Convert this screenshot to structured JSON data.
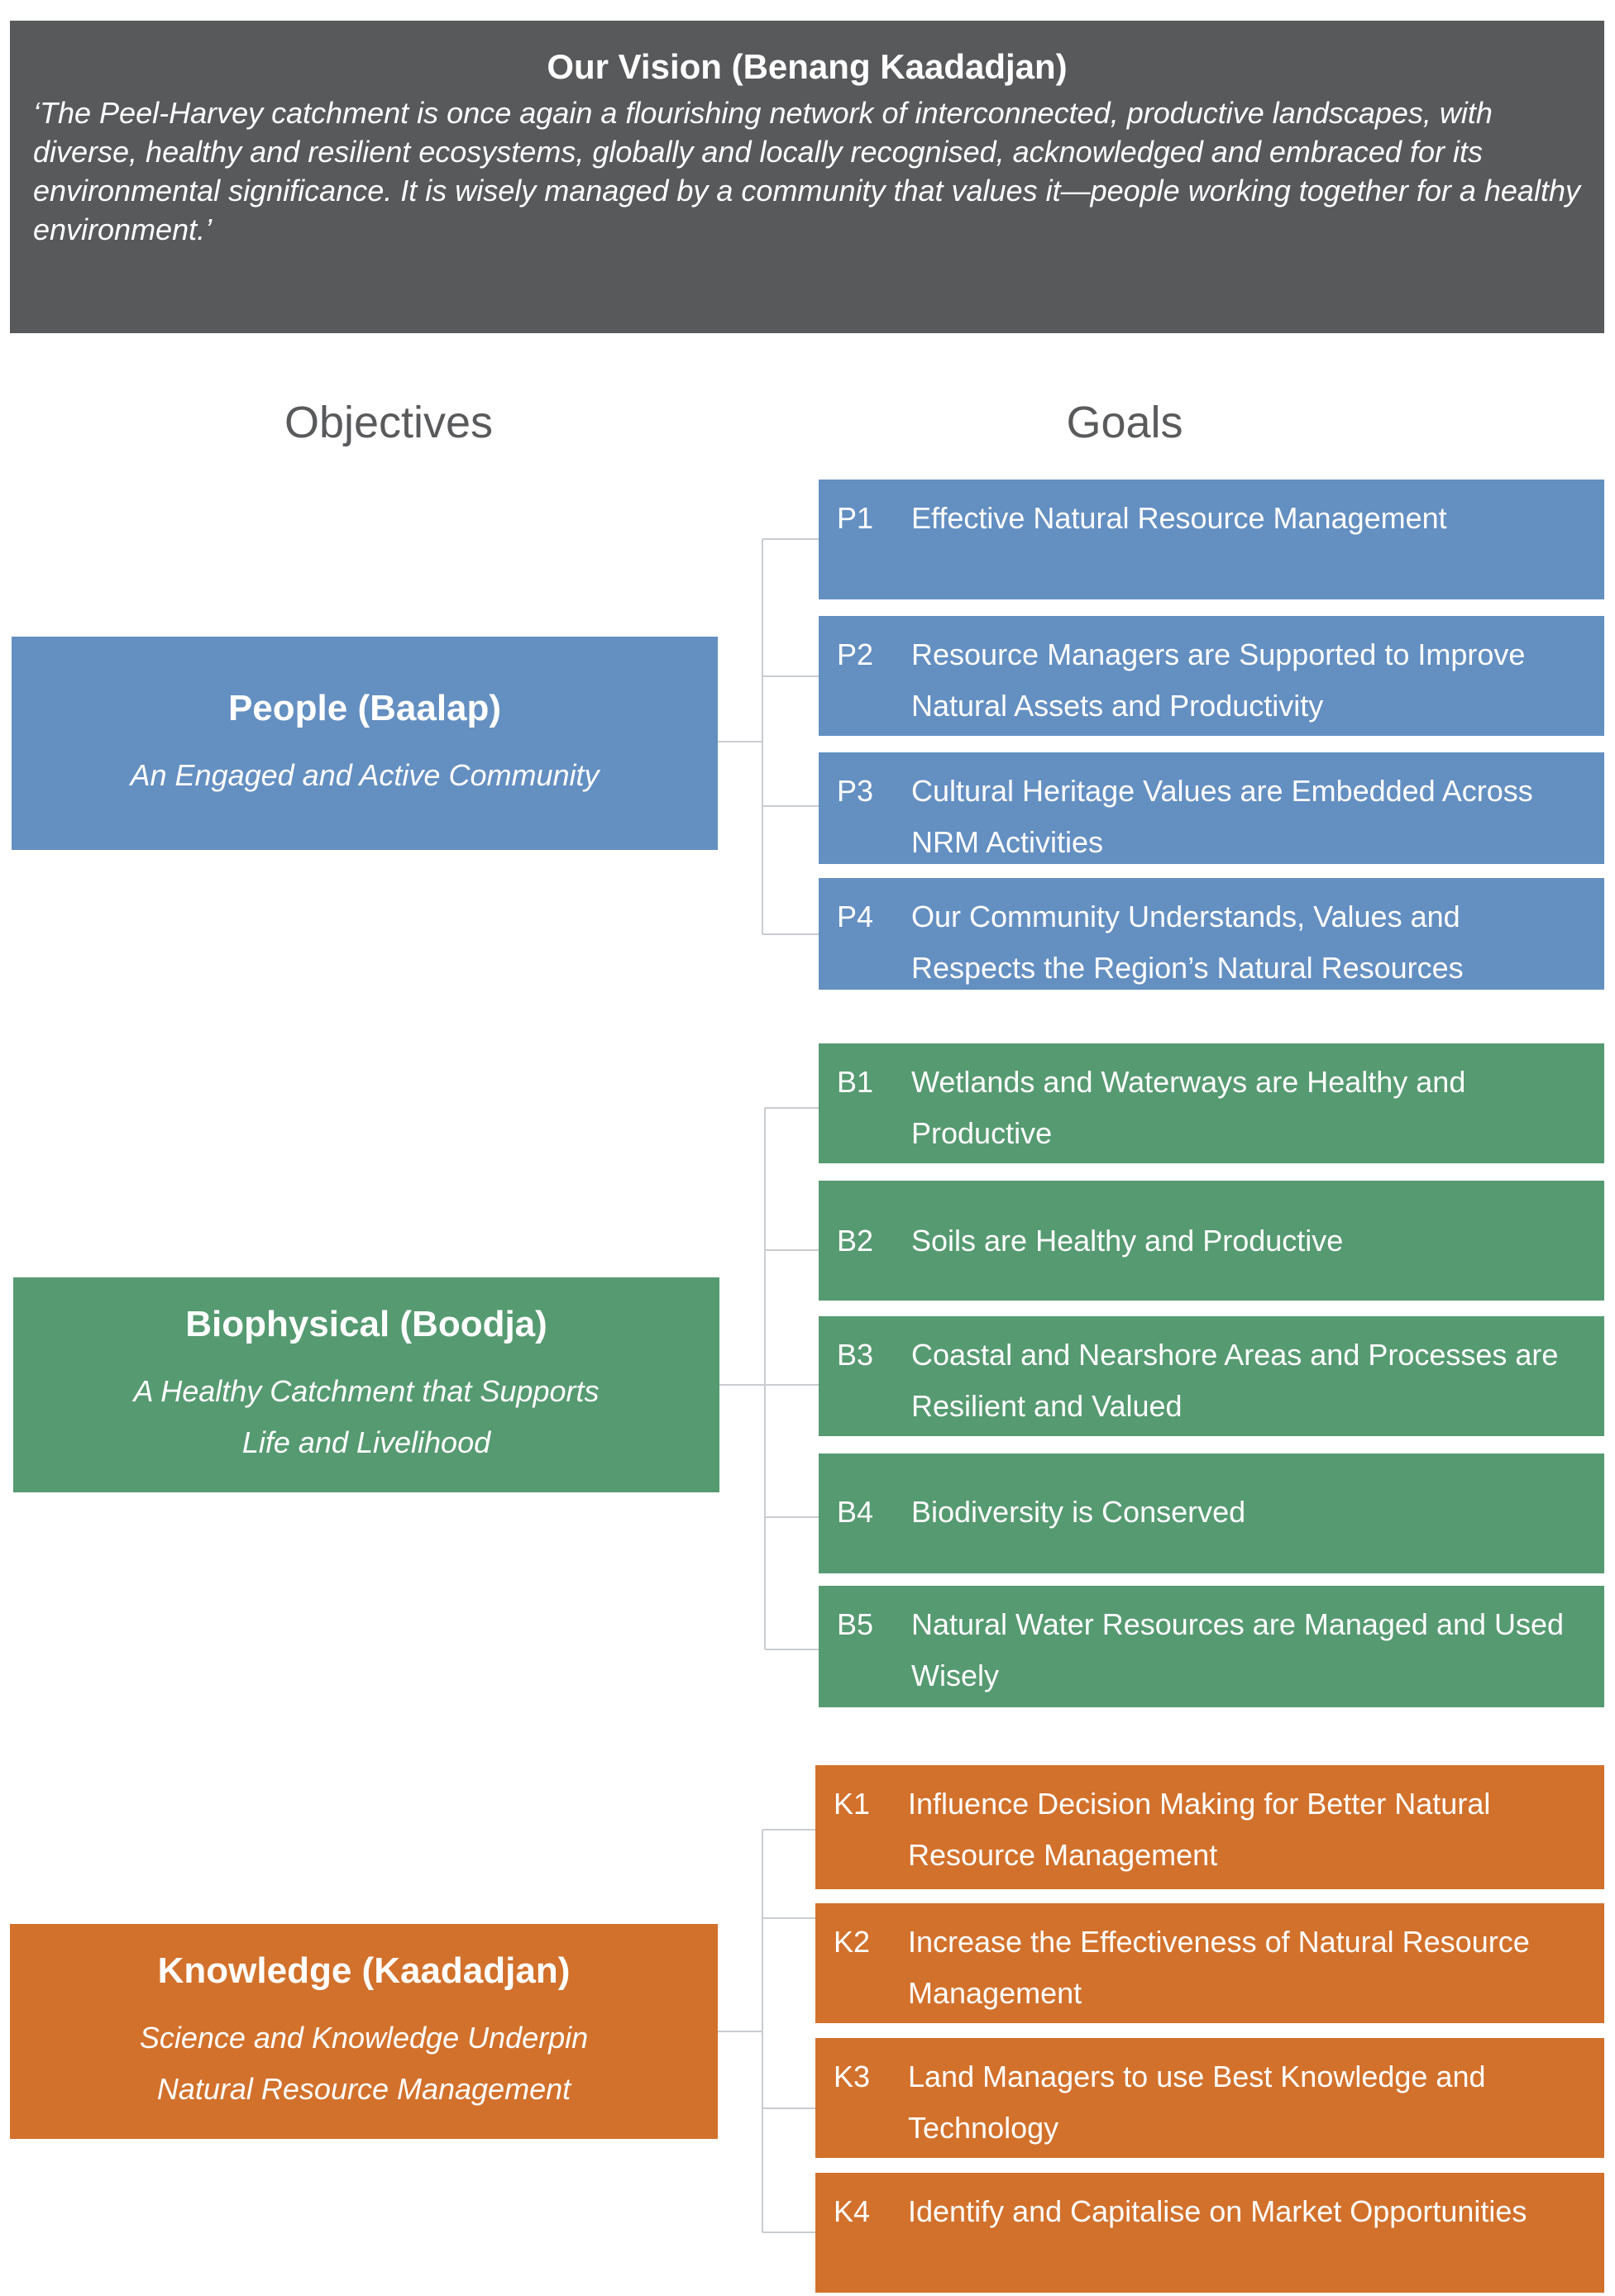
{
  "vision": {
    "title": "Our Vision (Benang Kaadadjan)",
    "text": "‘The Peel-Harvey catchment is once again a flourishing network of interconnected, productive landscapes, with diverse, healthy and resilient ecosystems, globally and locally recognised, acknowledged and embraced for its environmental significance. It is wisely managed by a community that values it—people working together for a healthy environment.’"
  },
  "headers": {
    "objectives": "Objectives",
    "goals": "Goals"
  },
  "objectives": [
    {
      "title": "People (Baalap)",
      "subtitle": "An Engaged and Active Community",
      "color": "#648fc1"
    },
    {
      "title": "Biophysical (Boodja)",
      "subtitle": "A Healthy Catchment that Supports Life and Livelihood",
      "color": "#569a71"
    },
    {
      "title": "Knowledge (Kaadadjan)",
      "subtitle": "Science and Knowledge Underpin Natural Resource Management",
      "color": "#d2712c"
    }
  ],
  "goals": {
    "people": [
      {
        "code": "P1",
        "text": "Effective Natural Resource Management"
      },
      {
        "code": "P2",
        "text": "Resource Managers are Supported to Improve Natural Assets and Productivity"
      },
      {
        "code": "P3",
        "text": "Cultural Heritage Values are Embedded Across NRM Activities"
      },
      {
        "code": "P4",
        "text": "Our Community Understands, Values and Respects the Region’s Natural Resources"
      }
    ],
    "biophysical": [
      {
        "code": "B1",
        "text": "Wetlands and Waterways are Healthy and Productive"
      },
      {
        "code": "B2",
        "text": "Soils are Healthy and Productive"
      },
      {
        "code": "B3",
        "text": "Coastal and Nearshore Areas and Processes are Resilient and Valued"
      },
      {
        "code": "B4",
        "text": "Biodiversity is Conserved"
      },
      {
        "code": "B5",
        "text": "Natural Water Resources are Managed and Used Wisely"
      }
    ],
    "knowledge": [
      {
        "code": "K1",
        "text": "Influence Decision Making for Better Natural Resource Management"
      },
      {
        "code": "K2",
        "text": "Increase the Effectiveness of Natural Resource Management"
      },
      {
        "code": "K3",
        "text": "Land Managers to use Best Knowledge and Technology"
      },
      {
        "code": "K4",
        "text": "Identify and Capitalise on Market Opportunities"
      }
    ]
  },
  "colors": {
    "vision_bg": "#58595b",
    "connector": "#c9ccd0"
  }
}
